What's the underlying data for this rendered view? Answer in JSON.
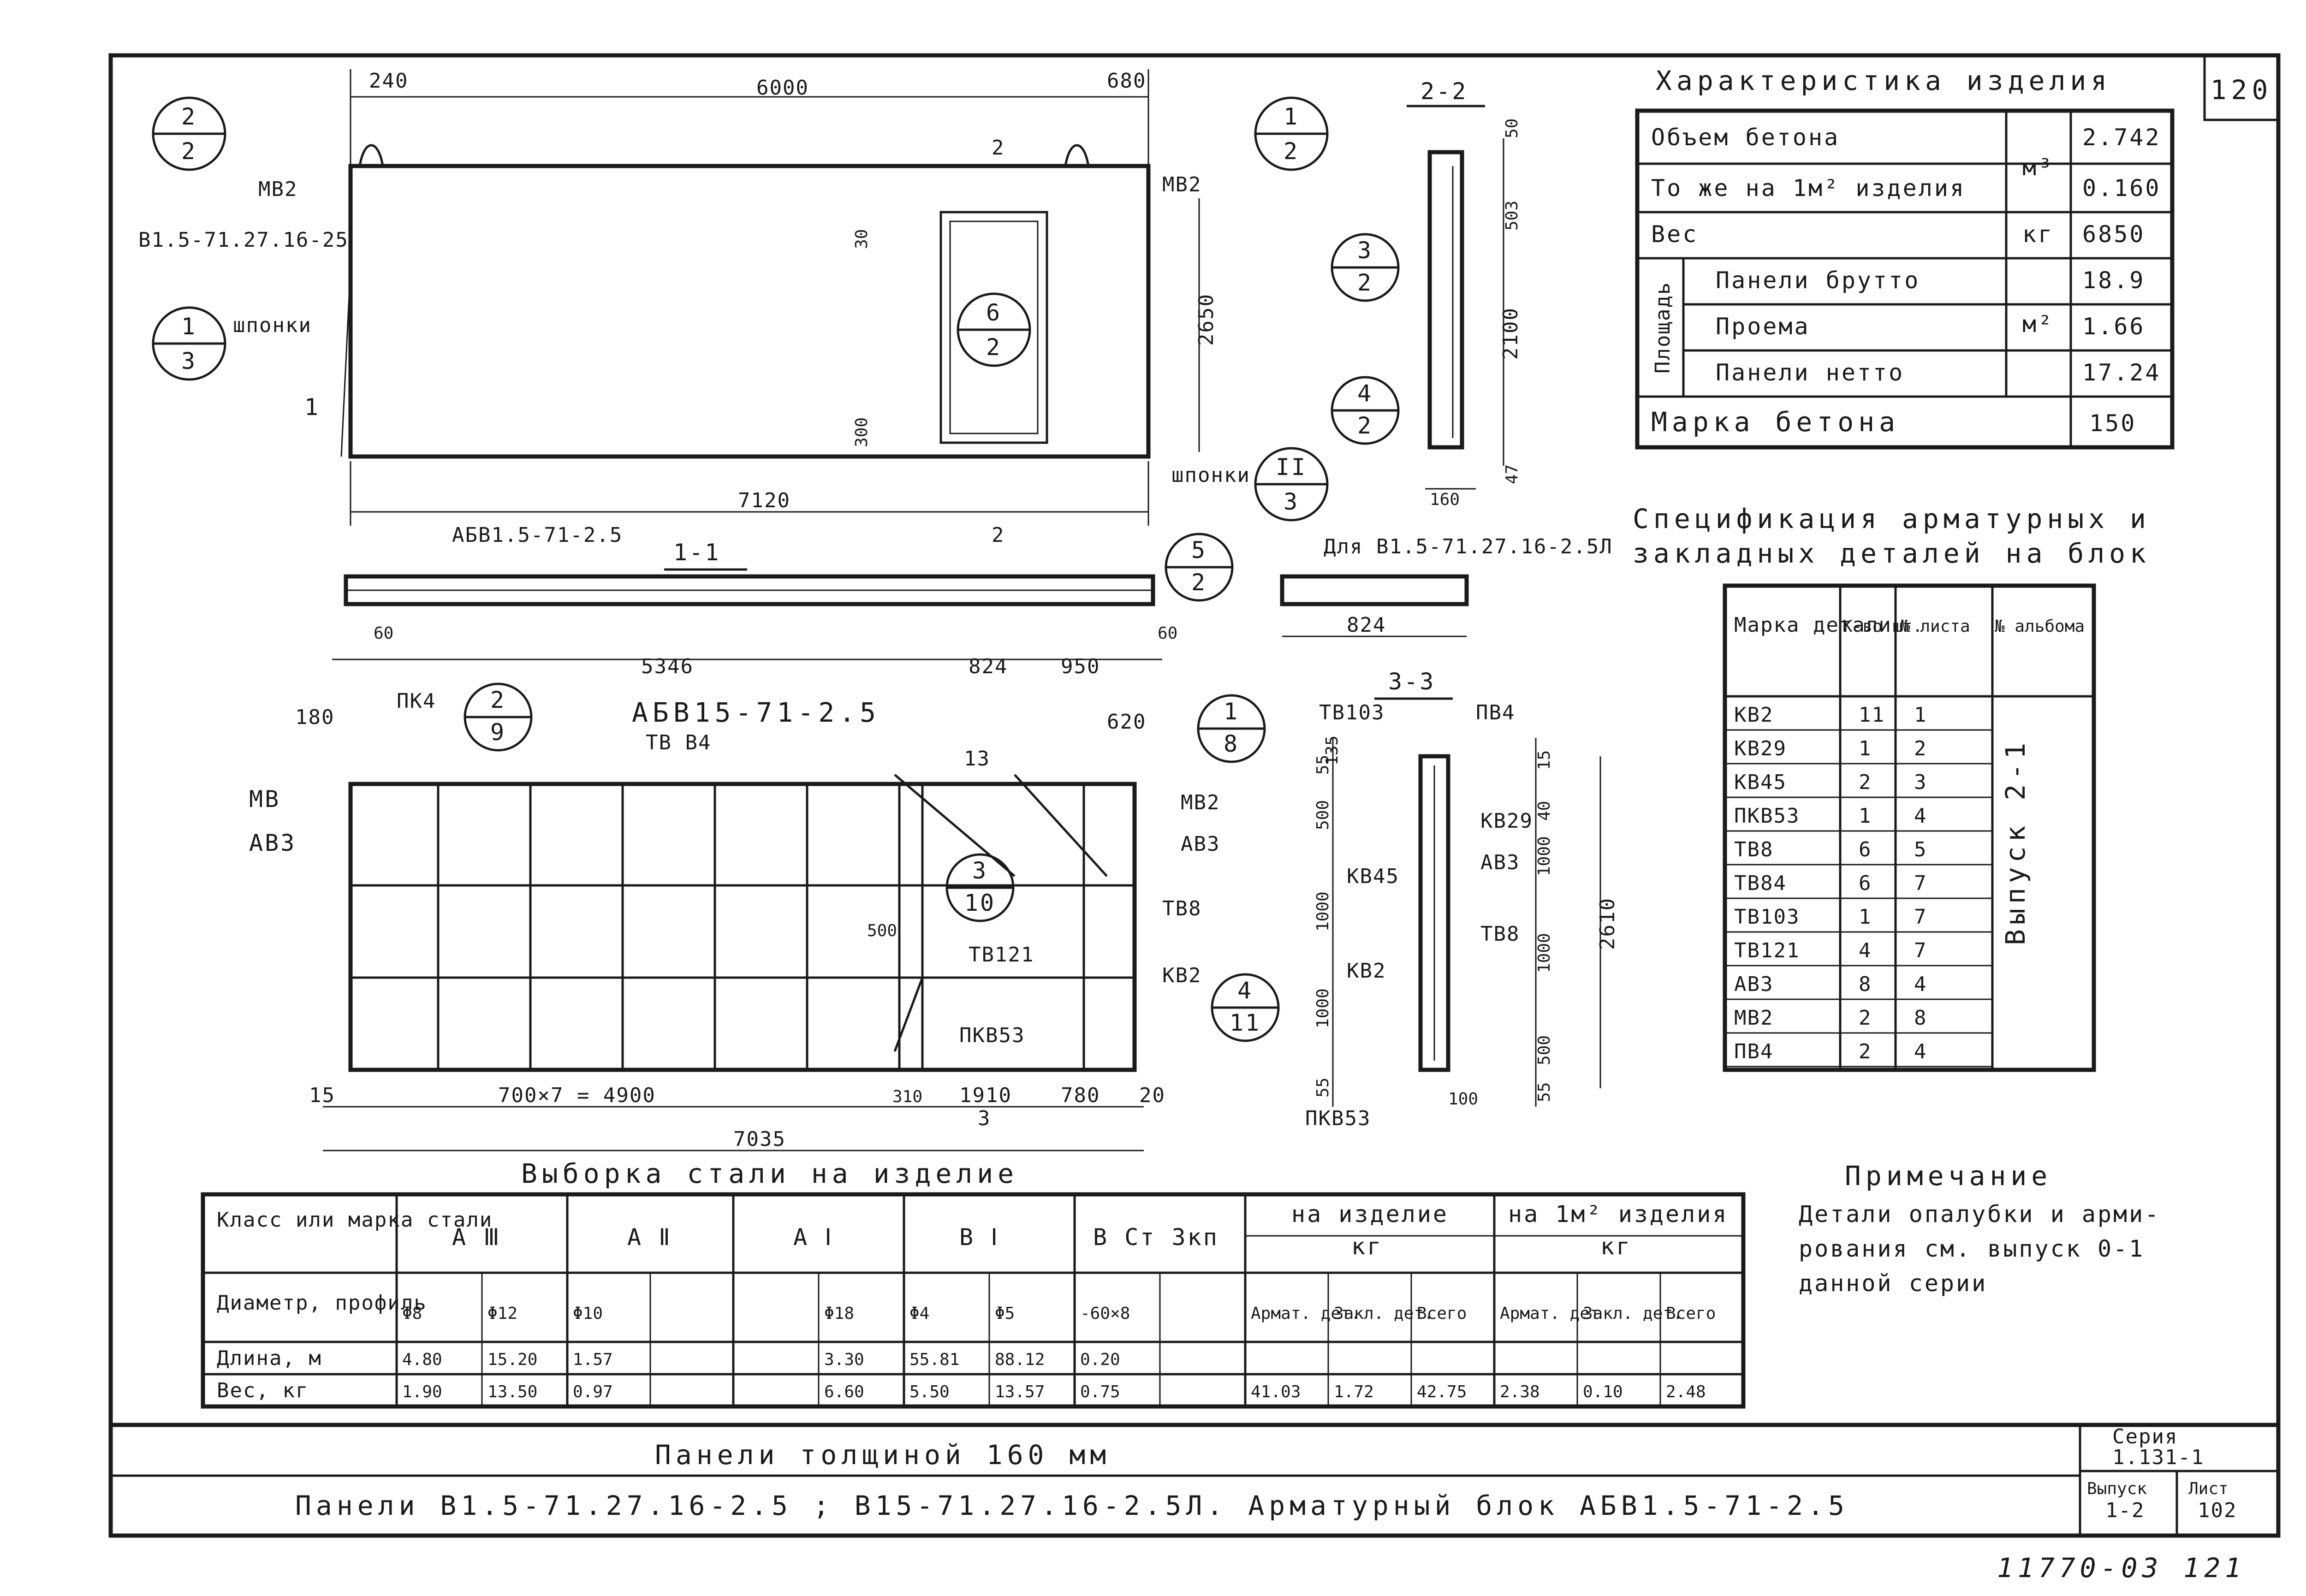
{
  "sheet_no": "120",
  "handwritten_no": "11770-03  121",
  "view_top": {
    "dims": {
      "d240": "240",
      "d6000": "6000",
      "d680": "680",
      "d7120": "7120",
      "d2650": "2650",
      "d30": "30",
      "d300": "300",
      "sec_mark": "2"
    },
    "labels": {
      "mb2_left": "МВ2",
      "mb2_right": "МВ2",
      "panel_mark": "В1.5-71.27.16-25",
      "shponki1": "шпонки",
      "shponki2": "шпонки",
      "cut_1": "1"
    },
    "callouts": [
      {
        "top": "2",
        "bot": "2"
      },
      {
        "top": "1",
        "bot": "2"
      },
      {
        "top": "1",
        "bot": "3"
      },
      {
        "top": "6",
        "bot": "2"
      },
      {
        "top": "II",
        "bot": "3"
      }
    ]
  },
  "section_22": {
    "title": "2-2",
    "dims": {
      "d50": "50",
      "d503": "503",
      "d2100": "2100",
      "d47": "47",
      "d160": "160"
    },
    "callouts": [
      {
        "top": "3",
        "bot": "2"
      },
      {
        "top": "4",
        "bot": "2"
      }
    ]
  },
  "section_11": {
    "title": "1-1",
    "block": "АБВ1.5-71-2.5",
    "dims": {
      "d60a": "60",
      "d5346": "5346",
      "d824": "824",
      "d950": "950",
      "d60b": "60"
    },
    "callout": {
      "top": "5",
      "bot": "2"
    },
    "sec_mark": "2"
  },
  "section_alt": {
    "label": "Для В1.5-71.27.16-2.5Л",
    "dim": "824"
  },
  "reinf_block": {
    "title": "АБВ15-71-2.5",
    "labels": {
      "pk4": "ПК4",
      "tb84": "ТВ В4",
      "mb": "МВ",
      "ab3": "АВ3",
      "mb2": "МВ2",
      "ab3r": "АВ3",
      "tb8": "ТВ8",
      "tb121": "ТВ121",
      "kb2": "КВ2",
      "pkb53": "ПКВ53",
      "sec13": "13",
      "sec3": "3"
    },
    "dims": {
      "d180": "180",
      "d620": "620",
      "d500": "500",
      "d15": "15",
      "d4900": "700×7 = 4900",
      "d310": "310",
      "d1910": "1910",
      "d780": "780",
      "d20": "20",
      "d7035": "7035"
    },
    "callouts": [
      {
        "top": "2",
        "bot": "9"
      },
      {
        "top": "1",
        "bot": "8"
      },
      {
        "top": "3",
        "bot": "10"
      },
      {
        "top": "4",
        "bot": "11"
      }
    ]
  },
  "section_33": {
    "title": "3-3",
    "labels": {
      "tb103": "ТВ103",
      "pb4": "ПВ4",
      "kb29": "КВ29",
      "kb45": "КВ45",
      "ab3": "АВ3",
      "tb8": "ТВ8",
      "kb2": "КВ2",
      "pkb53": "ПКВ53"
    },
    "dims": {
      "d55a": "55",
      "d500a": "500",
      "d1000a": "1000",
      "d1000b": "1000",
      "d55b": "55",
      "d135": "135",
      "d15": "15",
      "d40": "40",
      "d1000c": "1000",
      "d2610": "2610",
      "d1000d": "1000",
      "d500b": "500",
      "d55c": "55",
      "d100": "100"
    }
  },
  "characteristics": {
    "title": "Характеристика изделия",
    "rows": [
      {
        "name": "Объем бетона",
        "unit": "м³",
        "value": "2.742"
      },
      {
        "name": "То же на 1м² изделия",
        "unit": "",
        "value": "0.160"
      },
      {
        "name": "Вес",
        "unit": "кг",
        "value": "6850"
      },
      {
        "name": "Панели брутто",
        "unit": "м²",
        "value": "18.9"
      },
      {
        "name": "Проема",
        "unit": "",
        "value": "1.66"
      },
      {
        "name": "Панели нетто",
        "unit": "",
        "value": "17.24"
      },
      {
        "name": "Марка бетона",
        "unit": "",
        "value": "150"
      }
    ],
    "area_label": "Площадь"
  },
  "specification": {
    "title1": "Спецификация арматурных и",
    "title2": "закладных деталей на блок",
    "headers": {
      "mark": "Марка детали",
      "qty": "К-во шт.",
      "sheet": "№ листа",
      "album": "№ альбома"
    },
    "album_value": "Выпуск 2-1",
    "rows": [
      [
        "КВ2",
        "11",
        "1"
      ],
      [
        "КВ29",
        "1",
        "2"
      ],
      [
        "КВ45",
        "2",
        "3"
      ],
      [
        "ПКВ53",
        "1",
        "4"
      ],
      [
        "ТВ8",
        "6",
        "5"
      ],
      [
        "ТВ84",
        "6",
        "7"
      ],
      [
        "ТВ103",
        "1",
        "7"
      ],
      [
        "ТВ121",
        "4",
        "7"
      ],
      [
        "АВ3",
        "8",
        "4"
      ],
      [
        "МВ2",
        "2",
        "8"
      ],
      [
        "ПВ4",
        "2",
        "4"
      ]
    ]
  },
  "note": {
    "title": "Примечание",
    "lines": [
      "Детали опалубки и арми-",
      "рования см. выпуск 0-1",
      "данной серии"
    ]
  },
  "steel": {
    "title": "Выборка стали на изделие",
    "class_label": "Класс или марка стали",
    "classes": [
      "А Ⅲ",
      "А Ⅱ",
      "А Ⅰ",
      "В Ⅰ",
      "В Ст 3кп"
    ],
    "on_product": "на изделие",
    "on_product_unit": "кг",
    "on_m2": "на 1м² изделия",
    "on_m2_unit": "кг",
    "profile_label": "Диаметр, профиль",
    "profiles": [
      "Φ8",
      "Φ12",
      "Φ10",
      "",
      "",
      "Φ18",
      "Φ4",
      "Φ5",
      "-60×8",
      "",
      "Армат. дет.",
      "Закл. дет.",
      "Всего",
      "Армат. дет",
      "Закл. дет.",
      "Всего"
    ],
    "length_label": "Длина, м",
    "length": [
      "4.80",
      "15.20",
      "1.57",
      "",
      "",
      "3.30",
      "55.81",
      "88.12",
      "0.20",
      "",
      "",
      "",
      "",
      "",
      "",
      ""
    ],
    "weight_label": "Вес, кг",
    "weight": [
      "1.90",
      "13.50",
      "0.97",
      "",
      "",
      "6.60",
      "5.50",
      "13.57",
      "0.75",
      "",
      "41.03",
      "1.72",
      "42.75",
      "2.38",
      "0.10",
      "2.48"
    ]
  },
  "title_block": {
    "line1": "Панели толщиной 160 мм",
    "line2": "Панели В1.5-71.27.16-2.5 ;  В15-71.27.16-2.5Л.     Арматурный блок  АБВ1.5-71-2.5",
    "series_label": "Серия",
    "series_value": "1.131-1",
    "issue_label": "Выпуск",
    "issue_value": "1-2",
    "sheet_label": "Лист",
    "sheet_value": "102"
  }
}
